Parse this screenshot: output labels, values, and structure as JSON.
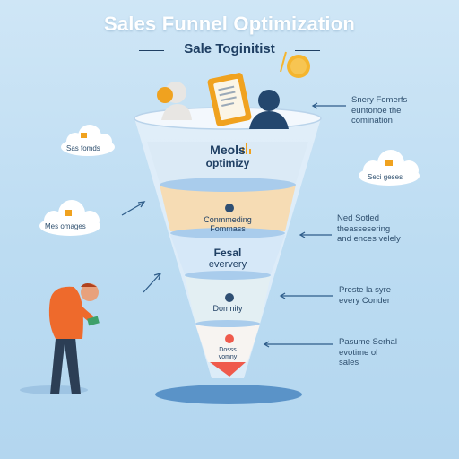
{
  "title": "Sales Funnel Optimization",
  "subtitle": "Sale Toginitist",
  "clouds": [
    {
      "label": "Sas fomds"
    },
    {
      "label": "Mes omages"
    },
    {
      "label": "Seci geses"
    }
  ],
  "funnel": {
    "stages": [
      {
        "line1": "Meols",
        "line2": "optimizy"
      },
      {
        "line1": "Conmmeding",
        "line2": "Fommass"
      },
      {
        "line1": "Fesal",
        "line2": "eververy"
      },
      {
        "line1": "Domnity",
        "line2": ""
      },
      {
        "line1": "Dosss",
        "line2": "vomny"
      }
    ]
  },
  "callouts": [
    {
      "lines": [
        "Snery Fomerfs",
        "euntonoe the",
        "comination"
      ]
    },
    {
      "lines": [
        "Ned Sotled",
        "theassesering",
        "and ences velely"
      ]
    },
    {
      "lines": [
        "Preste la syre",
        "every Conder"
      ]
    },
    {
      "lines": [
        "Pasume Serhal",
        "evotime ol",
        "sales"
      ]
    }
  ],
  "colors": {
    "background": "#c6e1f4",
    "stage_band_1": "#dbeaf6",
    "stage_band_2": "#f6dcb4",
    "stage_band_3": "#d6e8f8",
    "stage_band_4": "#e3eff3",
    "stage_band_5": "#f7f4f1",
    "tip": "#ef5a4c",
    "accent_orange": "#f0a21f",
    "person_shirt": "#ee6a2c"
  }
}
